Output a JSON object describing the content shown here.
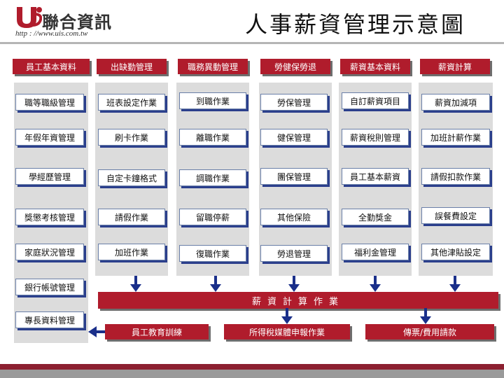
{
  "header": {
    "logo_name": "聯合資訊",
    "logo_url": "http : //www.uis.com.tw",
    "title": "人事薪資管理示意圖"
  },
  "colors": {
    "accent_red": "#b01c2c",
    "box_shadow_blue": "#2b3f8c",
    "arrow_blue": "#1a2f8a",
    "column_bg": "#dcdcdc"
  },
  "columns": [
    {
      "header": "員工基本資料",
      "items": [
        "職等職級管理",
        "年假年資管理",
        "學經歷管理",
        "獎懲考核管理",
        "家庭狀況管理",
        "銀行帳號管理",
        "專長資料管理"
      ]
    },
    {
      "header": "出缺勤管理",
      "items": [
        "班表設定作業",
        "刷卡作業",
        "自定卡鐘格式",
        "請假作業",
        "加班作業"
      ]
    },
    {
      "header": "職務異動管理",
      "items": [
        "到職作業",
        "離職作業",
        "調職作業",
        "留職停薪",
        "復職作業"
      ]
    },
    {
      "header": "勞健保勞退",
      "items": [
        "勞保管理",
        "健保管理",
        "團保管理",
        "其他保險",
        "勞退管理"
      ]
    },
    {
      "header": "薪資基本資料",
      "items": [
        "自訂薪資項目",
        "薪資稅則管理",
        "員工基本薪資",
        "全勤獎金",
        "福利金管理"
      ]
    },
    {
      "header": "薪資計算",
      "items": [
        "薪資加減項",
        "加班計薪作業",
        "請假扣款作業",
        "誤餐費設定",
        "其他津貼設定"
      ]
    }
  ],
  "calc_bar": "薪資計算作業",
  "outputs": [
    "員工教育訓練",
    "所得稅媒體申報作業",
    "傳票/費用請款"
  ],
  "icons": {
    "arrow": "down-arrow-icon",
    "logo": "uis-logo-icon"
  }
}
